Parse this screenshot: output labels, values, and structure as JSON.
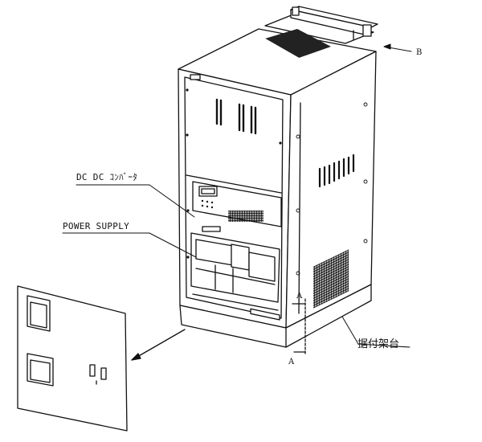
{
  "labels": {
    "dc_dc_converter": "DC DC ｺﾝﾊﾞｰﾀ",
    "power_supply": "POWER SUPPLY",
    "view_b": "B",
    "section_a_top": "A",
    "section_a_bottom": "A",
    "mounting_base": "据付架台"
  },
  "colors": {
    "line": "#111111",
    "paper": "#ffffff",
    "vent": "#222222"
  }
}
